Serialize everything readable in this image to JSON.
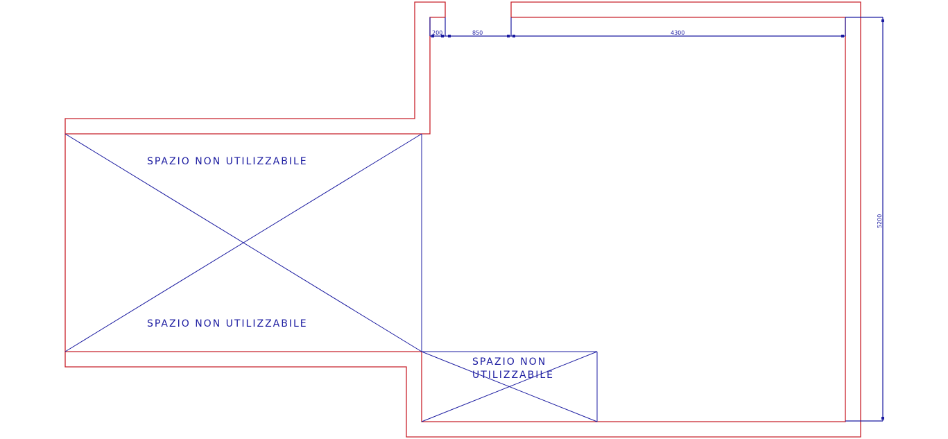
{
  "drawing": {
    "colors": {
      "wall": "#c8202a",
      "annotation": "#1a1aa0",
      "background": "#ffffff"
    },
    "labels": {
      "area_1_top": "SPAZIO NON UTILIZZABILE",
      "area_1_bottom": "SPAZIO NON UTILIZZABILE",
      "area_2_line1": "SPAZIO NON",
      "area_2_line2": "UTILIZZABILE"
    },
    "dimensions": {
      "d1": "200",
      "d2": "850",
      "d3": "4300",
      "vertical": "5200"
    }
  }
}
